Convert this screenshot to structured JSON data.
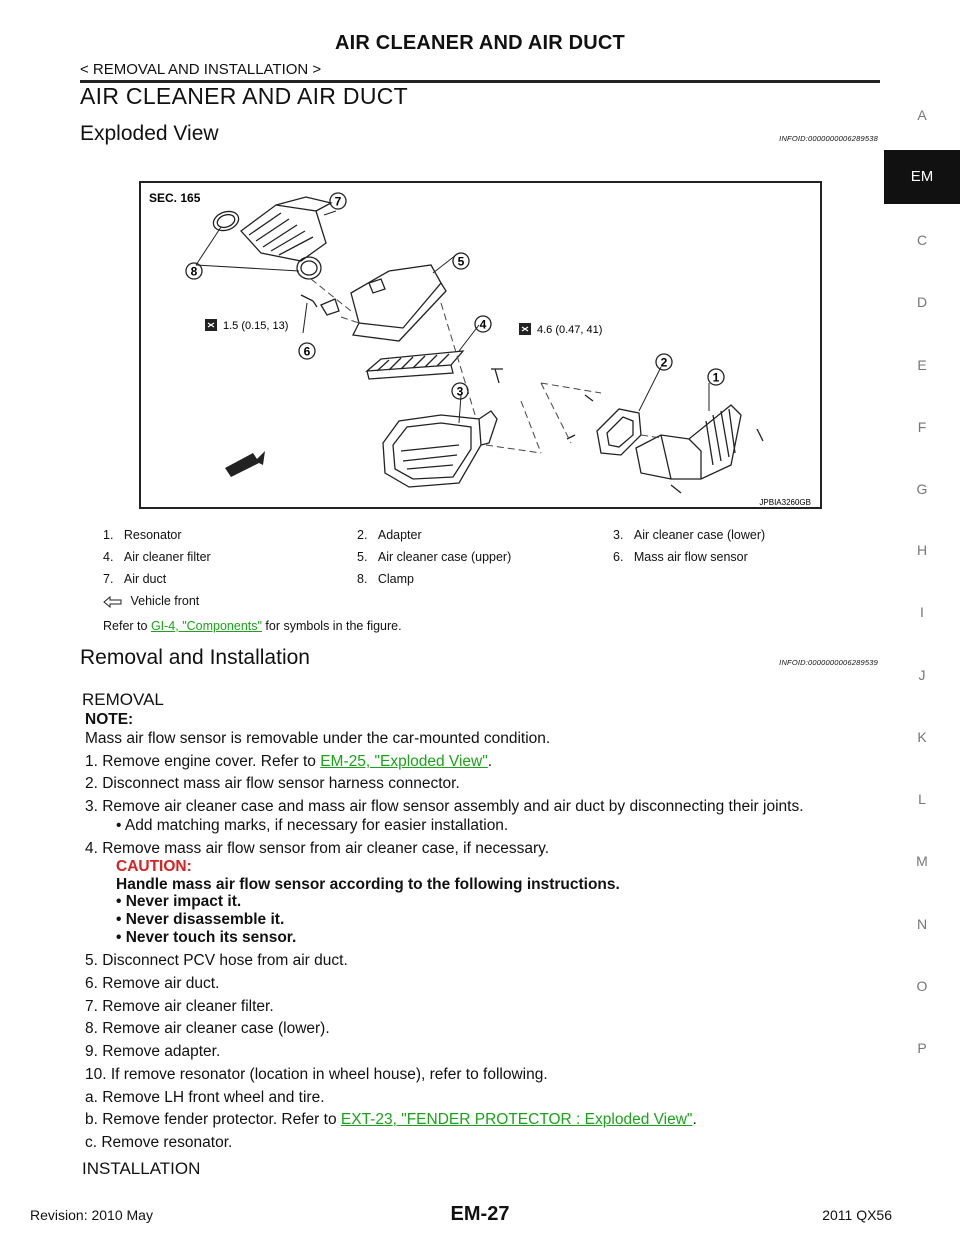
{
  "header": {
    "title": "AIR CLEANER AND AIR DUCT",
    "breadcrumb": "< REMOVAL AND INSTALLATION >"
  },
  "side_tabs": [
    "A",
    "EM",
    "C",
    "D",
    "E",
    "F",
    "G",
    "H",
    "I",
    "J",
    "K",
    "L",
    "M",
    "N",
    "O",
    "P"
  ],
  "section_title": "AIR CLEANER AND AIR DUCT",
  "exploded_view": {
    "heading": "Exploded View",
    "info_id": "INFOID:0000000006289538",
    "figure": {
      "sec_label": "SEC. 165",
      "torque_1": "1.5 (0.15, 13)",
      "torque_2": "4.6 (0.47, 41)",
      "figure_id": "JPBIA3260GB",
      "callouts": [
        "1",
        "2",
        "3",
        "4",
        "5",
        "6",
        "7",
        "8"
      ]
    },
    "legend": [
      {
        "num": "1.",
        "label": "Resonator"
      },
      {
        "num": "2.",
        "label": "Adapter"
      },
      {
        "num": "3.",
        "label": "Air cleaner case (lower)"
      },
      {
        "num": "4.",
        "label": "Air cleaner filter"
      },
      {
        "num": "5.",
        "label": "Air cleaner case (upper)"
      },
      {
        "num": "6.",
        "label": "Mass air flow sensor"
      },
      {
        "num": "7.",
        "label": "Air duct"
      },
      {
        "num": "8.",
        "label": "Clamp"
      }
    ],
    "vehicle_front": "Vehicle front",
    "refer_prefix": "Refer to ",
    "refer_link": "GI-4, \"Components\"",
    "refer_suffix": " for symbols in the figure."
  },
  "removal_installation": {
    "heading": "Removal and Installation",
    "info_id": "INFOID:0000000006289539",
    "removal_heading": "REMOVAL",
    "note_label": "NOTE:",
    "note_text": "Mass air flow sensor is removable under the car-mounted condition.",
    "steps": {
      "s1_text": "1. Remove engine cover. Refer to ",
      "s1_link": "EM-25, \"Exploded View\"",
      "s1_end": ".",
      "s2": "2. Disconnect mass air flow sensor harness connector.",
      "s3": "3. Remove air cleaner case and mass air flow sensor assembly and air duct by disconnecting their joints.",
      "s3_sub": "• Add matching marks, if necessary for easier installation.",
      "s4": "4. Remove mass air flow sensor from air cleaner case, if necessary.",
      "caution_label": "CAUTION:",
      "caution_main": "Handle mass air flow sensor according to the following instructions.",
      "caution_items": [
        "• Never impact it.",
        "• Never disassemble it.",
        "• Never touch its sensor."
      ],
      "s5": "5. Disconnect PCV hose from air duct.",
      "s6": "6. Remove air duct.",
      "s7": "7. Remove air cleaner filter.",
      "s8": "8. Remove air cleaner case (lower).",
      "s9": "9. Remove adapter.",
      "s10": "10. If remove resonator (location in wheel house), refer to following.",
      "sa": "a. Remove LH front wheel and tire.",
      "sb_text": "b. Remove fender protector. Refer to ",
      "sb_link": "EXT-23, \"FENDER PROTECTOR : Exploded View\"",
      "sb_end": ".",
      "sc": "c. Remove resonator."
    },
    "installation_heading": "INSTALLATION"
  },
  "footer": {
    "revision": "Revision: 2010 May",
    "page": "EM-27",
    "model": "2011 QX56"
  }
}
